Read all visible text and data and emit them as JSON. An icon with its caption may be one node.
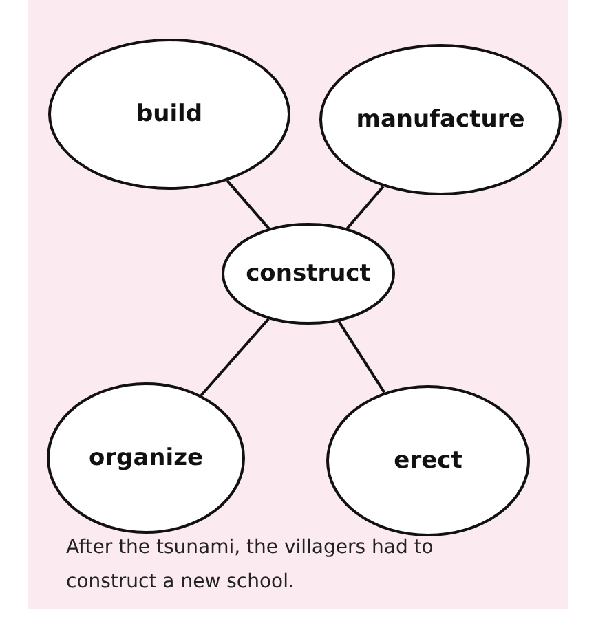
{
  "diagram": {
    "nodes": [
      {
        "text": [
          "build"
        ]
      },
      {
        "text": [
          "manufacture"
        ]
      },
      {
        "text": [
          "construct"
        ]
      },
      {
        "text": [
          "organize"
        ]
      },
      {
        "text": [
          "erect"
        ]
      }
    ],
    "edges": [
      {
        "from": 2,
        "to": 0,
        "arrow": "none"
      },
      {
        "from": 2,
        "to": 1,
        "arrow": "none"
      },
      {
        "from": 2,
        "to": 3,
        "arrow": "none"
      },
      {
        "from": 2,
        "to": 4,
        "arrow": "none"
      }
    ],
    "caption": "After the tsunami, the villagers had to construct a new school."
  }
}
